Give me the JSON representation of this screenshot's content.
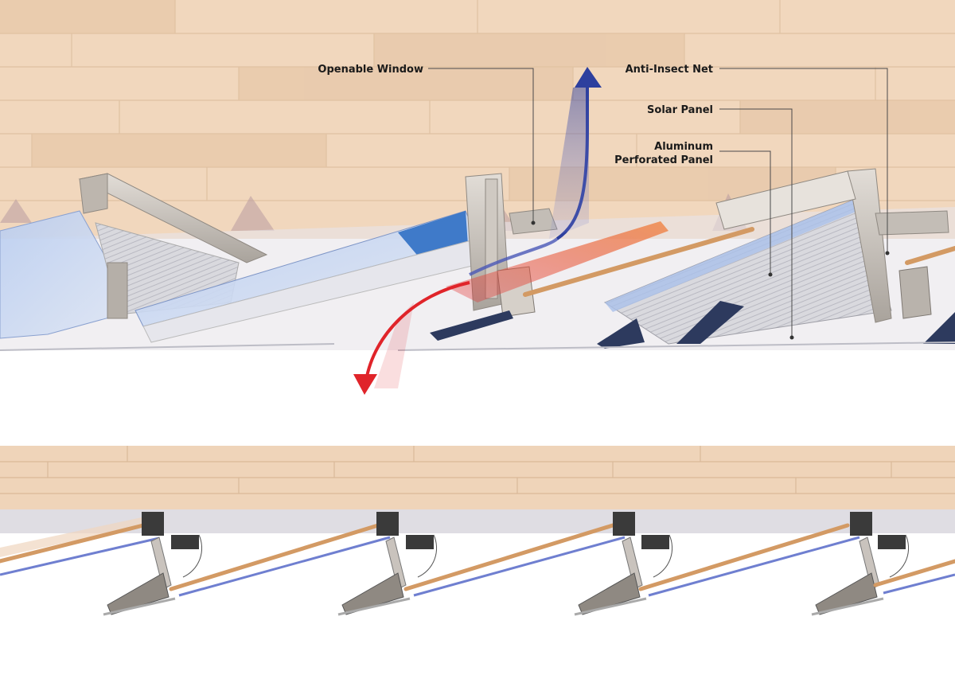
{
  "labels": {
    "openable_window": "Openable Window",
    "anti_insect_net": "Anti-Insect Net",
    "solar_panel": "Solar Panel",
    "aluminum_line1": "Aluminum",
    "aluminum_line2": "Perforated Panel"
  },
  "colors": {
    "wood_light": "#f1d7bd",
    "wood_mid": "#e6c7a7",
    "glass_blue": "#a9bfe6",
    "frame_grey": "#c9c3bd",
    "frame_dark": "#3a3a3a",
    "copper_rod": "#d39a64",
    "airflow_out": "#2d3f9e",
    "airflow_in": "#e0242a",
    "leader_line": "#4a4a4a"
  },
  "icons": {
    "airflow_out_arrow": "arrow-up-curved-icon",
    "airflow_in_arrow": "arrow-down-curved-icon"
  },
  "section_view_units": 4
}
